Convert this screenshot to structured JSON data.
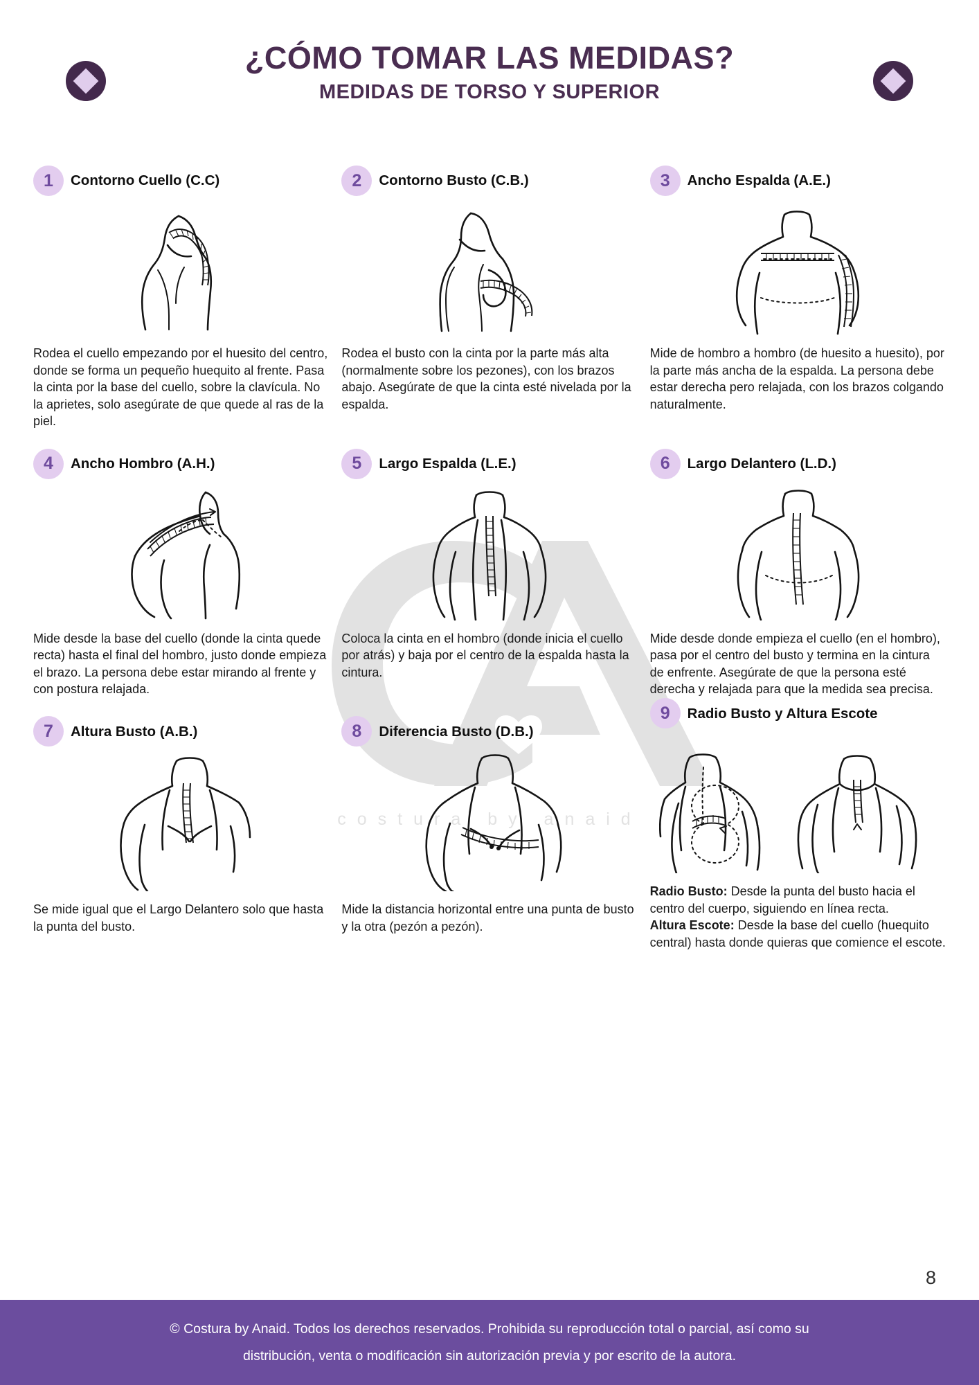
{
  "header": {
    "title": "¿CÓMO TOMAR LAS MEDIDAS?",
    "subtitle": "MEDIDAS DE TORSO Y SUPERIOR",
    "deco_icon": "diamond-in-circle",
    "title_color": "#4a2d51",
    "badge_bg": "#e3cdef",
    "badge_fg": "#6f4b9e",
    "footer_bg": "#6b4d9e"
  },
  "watermark": {
    "logo_text": "CA",
    "word": "costura by anaid",
    "color": "#e2e2e2"
  },
  "cards": [
    {
      "number": "1",
      "title": "Contorno Cuello (C.C)",
      "figure": "neck-circumference-figure",
      "body": "Rodea el cuello empezando por el huesito del centro, donde se forma un pequeño huequito al frente. Pasa la cinta por la base del cuello, sobre la clavícula. No la aprietes, solo asegúrate de que quede al ras de la piel."
    },
    {
      "number": "2",
      "title": "Contorno Busto (C.B.)",
      "figure": "bust-circumference-figure",
      "body": "Rodea el busto con la cinta por la parte más alta (normalmente sobre los pezones), con los brazos abajo. Asegúrate de que la cinta esté nivelada por la espalda."
    },
    {
      "number": "3",
      "title": "Ancho Espalda (A.E.)",
      "figure": "back-width-figure",
      "body": "Mide de hombro a hombro (de huesito a huesito), por la parte más ancha de la espalda. La persona debe estar derecha pero relajada, con los brazos colgando naturalmente."
    },
    {
      "number": "4",
      "title": "Ancho Hombro (A.H.)",
      "figure": "shoulder-width-figure",
      "body": "Mide desde la base del cuello (donde la cinta quede recta) hasta el final del hombro, justo donde empieza el brazo. La persona debe estar mirando al frente y con postura relajada."
    },
    {
      "number": "5",
      "title": "Largo Espalda (L.E.)",
      "figure": "back-length-figure",
      "body": "Coloca la cinta en el hombro (donde inicia el cuello por atrás) y baja por el centro de la espalda hasta la cintura."
    },
    {
      "number": "6",
      "title": "Largo Delantero (L.D.)",
      "figure": "front-length-figure",
      "body": "Mide desde donde empieza el cuello (en el hombro), pasa por el centro del busto y termina en la cintura de enfrente. Asegúrate de que la persona esté derecha y relajada para que la medida sea precisa."
    },
    {
      "number": "7",
      "title": "Altura Busto (A.B.)",
      "figure": "bust-height-figure",
      "body": "Se mide igual que el Largo Delantero solo que hasta la punta del busto."
    },
    {
      "number": "8",
      "title": "Diferencia Busto (D.B.)",
      "figure": "bust-difference-figure",
      "body": "Mide la distancia horizontal entre una punta de busto y la otra (pezón a pezón)."
    },
    {
      "number": "9",
      "title": "Radio Busto y Altura Escote",
      "figure": "bust-radius-neckline-figure",
      "body_rich": {
        "label1": "Radio Busto:",
        "text1": " Desde la punta del busto hacia el centro del cuerpo, siguiendo en línea recta.",
        "label2": "Altura Escote:",
        "text2": " Desde la base del cuello (huequito central) hasta donde quieras que comience el escote."
      }
    }
  ],
  "page_number": "8",
  "footer": {
    "line1": "© Costura by Anaid. Todos los derechos reservados. Prohibida su reproducción total o parcial, así como su",
    "line2": "distribución, venta o modificación sin autorización previa y por escrito de la autora."
  }
}
